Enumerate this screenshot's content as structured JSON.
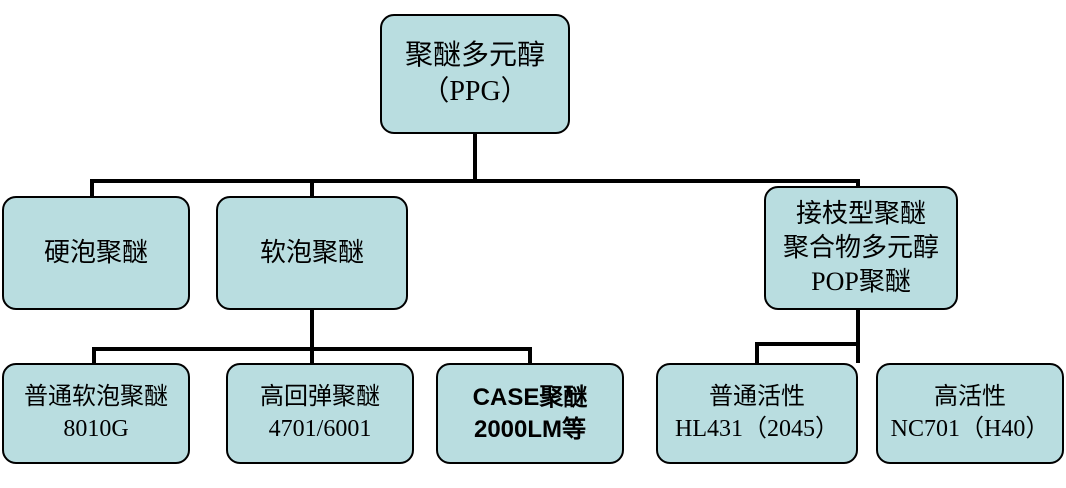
{
  "diagram": {
    "type": "tree",
    "colors": {
      "node_fill": "#b9dde0",
      "node_border": "#000000",
      "connector": "#000000",
      "background": "#ffffff"
    },
    "root": {
      "line1": "聚醚多元醇",
      "line2": "（PPG）"
    },
    "level2": {
      "rigid": {
        "label": "硬泡聚醚"
      },
      "flexible": {
        "label": "软泡聚醚"
      },
      "pop": {
        "line1": "接枝型聚醚",
        "line2": "聚合物多元醇",
        "line3": "POP聚醚"
      }
    },
    "level3": {
      "ordinary_flexible": {
        "line1": "普通软泡聚醚",
        "line2": "8010G"
      },
      "high_resilience": {
        "line1": "高回弹聚醚",
        "line2": "4701/6001"
      },
      "case": {
        "line1": "CASE聚醚",
        "line2": "2000LM等"
      },
      "ordinary_activity": {
        "line1": "普通活性",
        "line2": "HL431（2045）"
      },
      "high_activity": {
        "line1": "高活性",
        "line2": "NC701（H40）"
      }
    }
  }
}
